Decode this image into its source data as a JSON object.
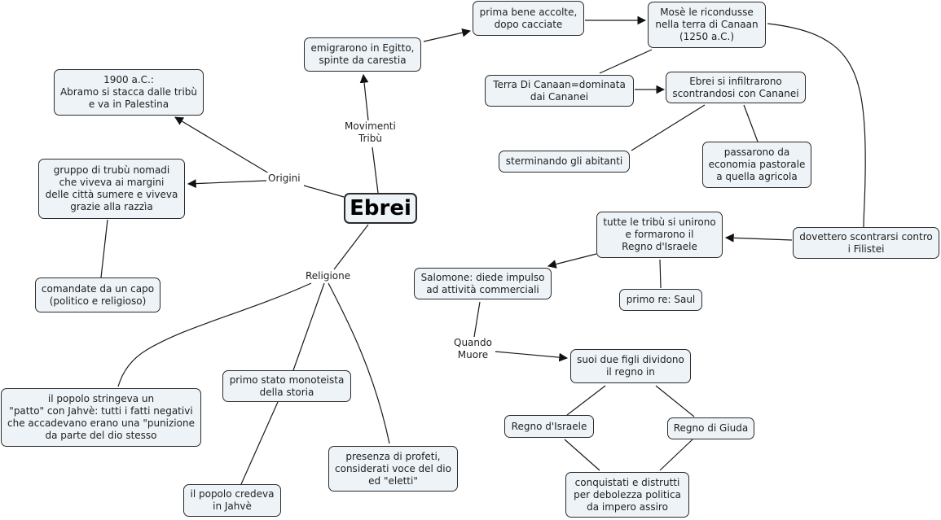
{
  "root": {
    "text": "Ebrei"
  },
  "link_labels": {
    "origini": "Origini",
    "movimenti": "Movimenti\nTribù",
    "religione": "Religione",
    "quando_muore": "Quando\nMuore"
  },
  "nodes": {
    "abramo": "1900 a.C.:\nAbramo si stacca dalle tribù\ne va in Palestina",
    "gruppo": "gruppo di trubù nomadi\nche viveva ai margini\ndelle città sumere e viveva\ngrazie alla razzìa",
    "comandate": "comandate da un capo\n(politico e religioso)",
    "patto": "il popolo stringeva un\n\"patto\" con Jahvè: tutti i fatti negativi\nche accadevano erano una \"punizione\nda parte del dio stesso",
    "monoteista": "primo stato monoteista\ndella storia",
    "credeva": "il popolo credeva\nin Jahvè",
    "profeti": "presenza di profeti,\nconsiderati voce del dio\ned \"eletti\"",
    "emigrarono": "emigrarono in Egitto,\nspinte da carestia",
    "accolte": "prima bene accolte,\ndopo cacciate",
    "mose": "Mosè le ricondusse\nnella terra di Canaan\n(1250 a.C.)",
    "canaan": "Terra Di Canaan=dominata\ndai Cananei",
    "infiltrarono": "Ebrei si infiltrarono\nscontrandosi con Cananei",
    "sterminando": "sterminando gli abitanti",
    "passarono": "passarono da\neconomia pastorale\na quella agricola",
    "filistei": "dovettero scontrarsi contro\ni Filistei",
    "tribu_unirono": "tutte le tribù si unirono\ne formarono il\nRegno d'Israele",
    "saul": "primo re: Saul",
    "salomone": "Salomone: diede impulso\nad attività commerciali",
    "figli": "suoi due figli dividono\nil regno in",
    "regno_israele": "Regno d'Israele",
    "regno_giuda": "Regno di Giuda",
    "conquistati": "conquistati e distrutti\nper debolezza politica\nda impero assiro"
  }
}
